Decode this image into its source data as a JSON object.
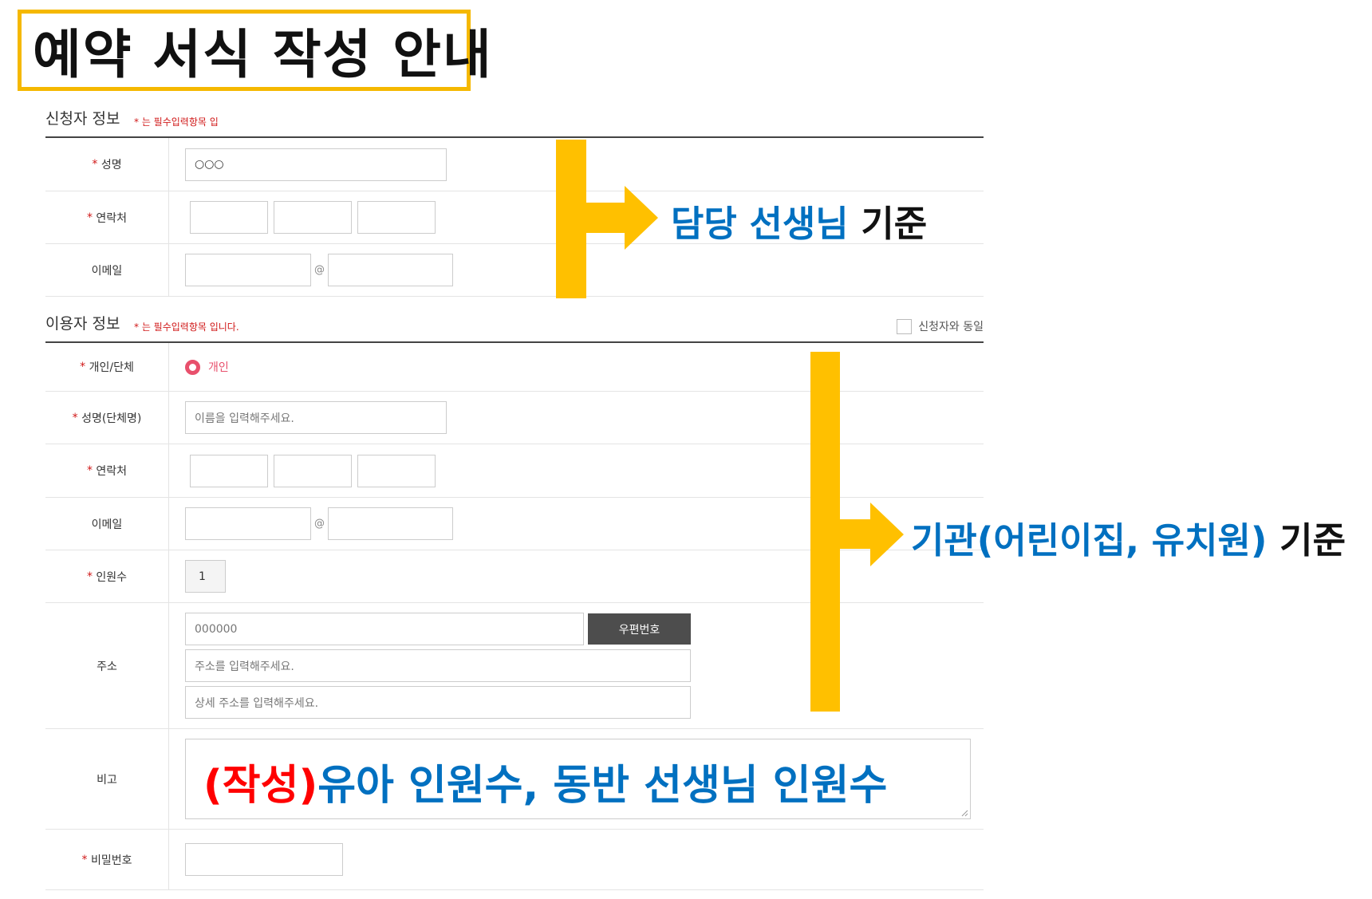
{
  "banner": {
    "title": "예약 서식 작성 안내"
  },
  "applicant": {
    "title": "신청자 정보",
    "required_note": "* 는 필수입력항목 입",
    "name": {
      "label": "성명",
      "value": "○○○"
    },
    "phone": {
      "label": "연락처"
    },
    "email": {
      "label": "이메일",
      "at": "@"
    }
  },
  "user": {
    "title": "이용자 정보",
    "required_note": "* 는 필수입력항목 입니다.",
    "same_as_applicant": "신청자와 동일",
    "type": {
      "label": "개인/단체",
      "option": "개인"
    },
    "name": {
      "label": "성명(단체명)",
      "placeholder": "이름을 입력해주세요."
    },
    "phone": {
      "label": "연락처"
    },
    "email": {
      "label": "이메일",
      "at": "@"
    },
    "headcount": {
      "label": "인원수",
      "value": "1"
    },
    "address": {
      "label": "주소",
      "zip_placeholder": "000000",
      "zip_button": "우편번호",
      "address_placeholder": "주소를 입력해주세요.",
      "detail_placeholder": "상세 주소를 입력해주세요."
    },
    "note": {
      "label": "비고",
      "tag": "(작성)",
      "text": "유아 인원수, 동반 선생님 인원수"
    },
    "password": {
      "label": "비밀번호"
    }
  },
  "star": "*",
  "annotations": {
    "teacher": {
      "highlight": "담당 선생님",
      "suffix": " 기준"
    },
    "institution": {
      "highlight": "기관(어린이집, 유치원)",
      "suffix": " 기준"
    }
  },
  "colors": {
    "arrow": "#ffc000",
    "callout_blue": "#0070c0",
    "callout_red": "#ff0000",
    "required": "#d01818",
    "radio": "#e8506c"
  }
}
